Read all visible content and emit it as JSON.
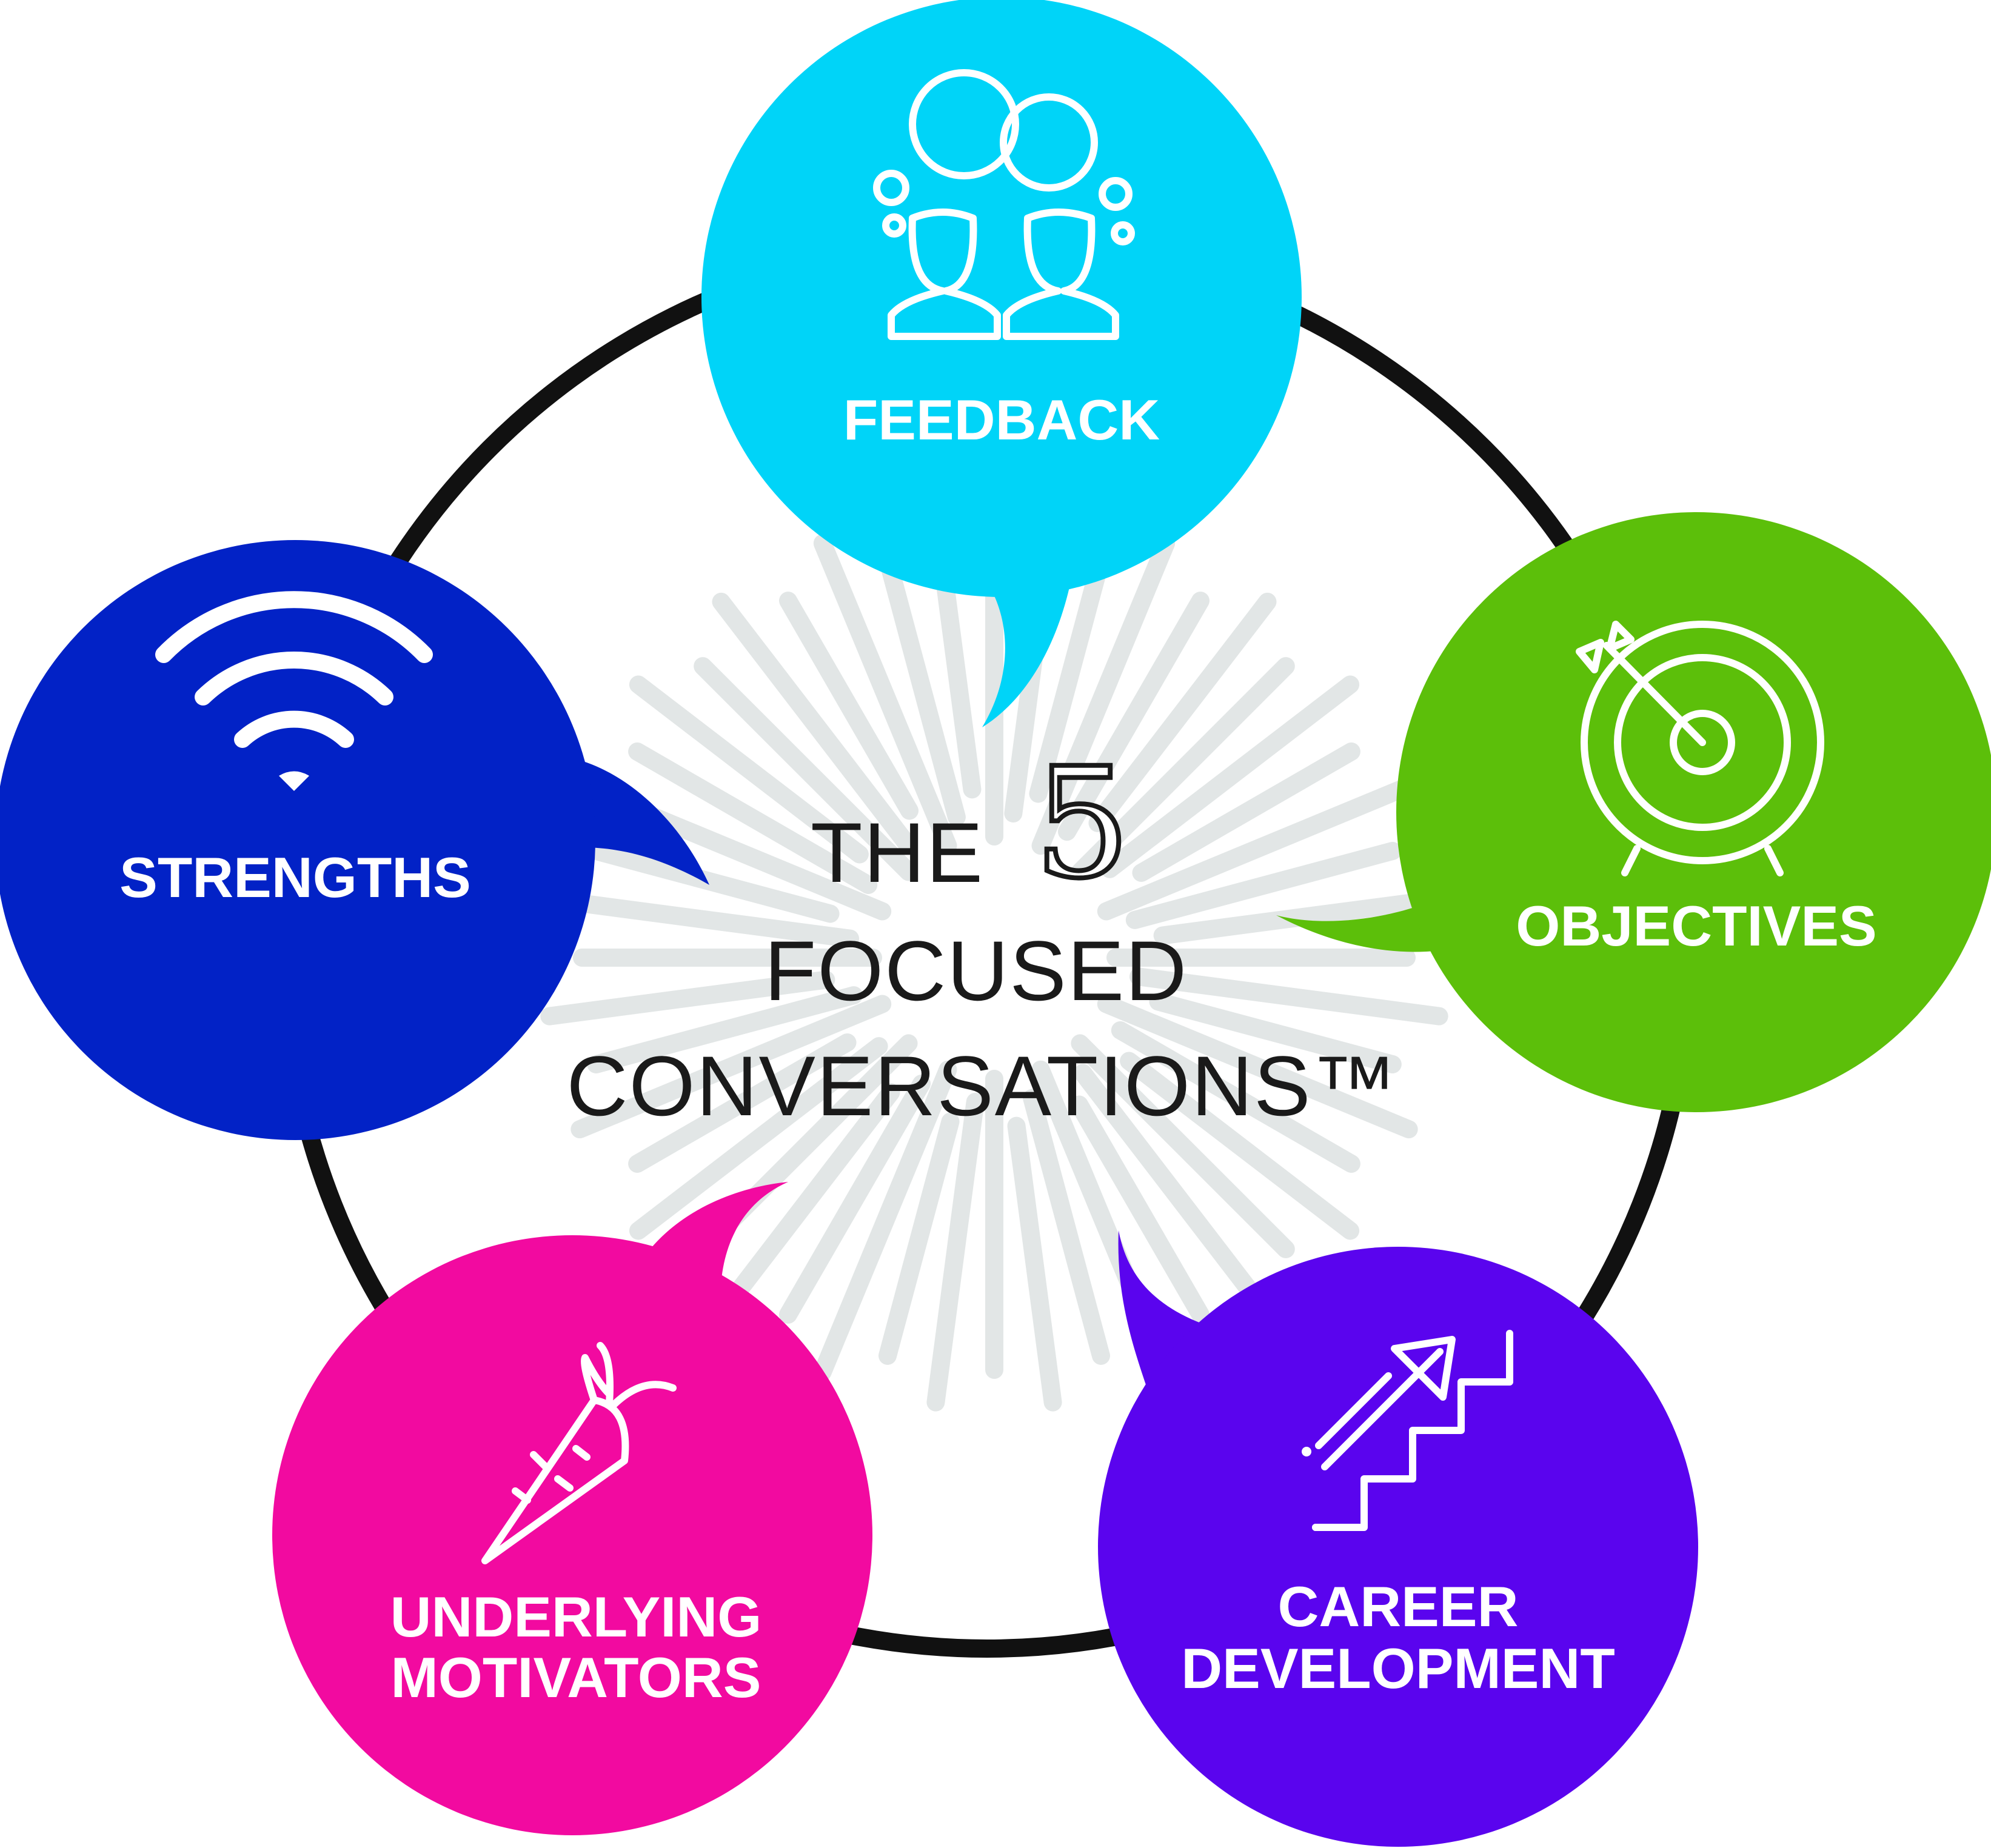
{
  "center": {
    "line1_prefix": "THE",
    "number": "5",
    "line2": "FOCUSED",
    "line3": "CONVERSATIONS™"
  },
  "nodes": [
    {
      "id": "feedback",
      "label_lines": [
        "FEEDBACK"
      ],
      "color": "#00d4f8",
      "icon": "people-talking-icon"
    },
    {
      "id": "objectives",
      "label_lines": [
        "OBJECTIVES"
      ],
      "color": "#5cbf0a",
      "icon": "target-arrow-icon"
    },
    {
      "id": "career",
      "label_lines": [
        "CAREER",
        "DEVELOPMENT"
      ],
      "color": "#5a04ee",
      "icon": "stairs-arrow-icon"
    },
    {
      "id": "motivators",
      "label_lines": [
        "UNDERLYING",
        "MOTIVATORS"
      ],
      "color": "#f20aa0",
      "icon": "carrot-icon"
    },
    {
      "id": "strengths",
      "label_lines": [
        "STRENGTHS"
      ],
      "color": "#0222c6",
      "icon": "wifi-signal-icon"
    }
  ],
  "ring_color": "#111111",
  "ray_color": "#e2e6e6"
}
